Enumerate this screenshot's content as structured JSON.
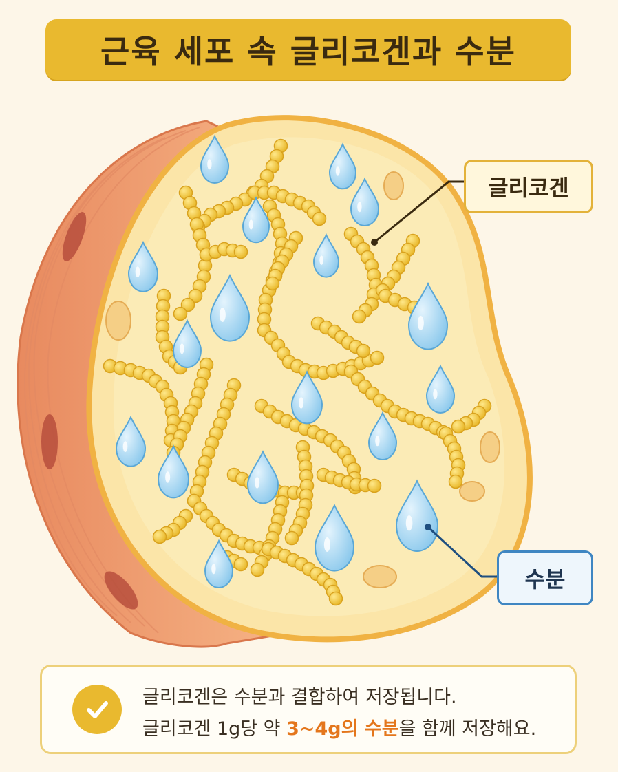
{
  "header": {
    "title": "근육 세포 속 글리코겐과 수분"
  },
  "labels": {
    "glycogen": "글리코겐",
    "water": "수분"
  },
  "info": {
    "line1": "글리코겐은 수분과 결합하여 저장됩니다.",
    "line2_prefix": "글리코겐 1g당 약 ",
    "line2_highlight": "3~4g의 수분",
    "line2_suffix": "을 함께 저장해요."
  },
  "icons": {
    "check": "check-circle-icon"
  },
  "colors": {
    "banner": "#e9b92f",
    "glycogen": "#f0c23a",
    "water": "#7cc0e8",
    "highlight": "#e4761c",
    "membrane": "#f0a772"
  }
}
